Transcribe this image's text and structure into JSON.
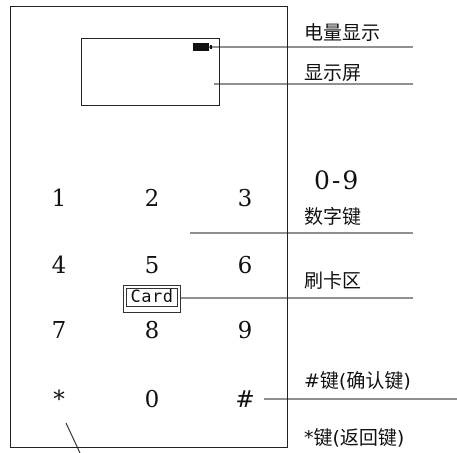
{
  "keypad": {
    "keys": [
      "1",
      "2",
      "3",
      "4",
      "5",
      "6",
      "7",
      "8",
      "9",
      "*",
      "0",
      "#"
    ],
    "card_label": "Card"
  },
  "annotations": {
    "battery_display": "电量显示",
    "display_screen": "显示屏",
    "digit_range": "0-9",
    "digit_keys": "数字键",
    "card_area": "刷卡区",
    "hash_key": "#键(确认键)",
    "star_key": "*键(返回键)"
  },
  "icons": {
    "battery": "battery-icon"
  }
}
